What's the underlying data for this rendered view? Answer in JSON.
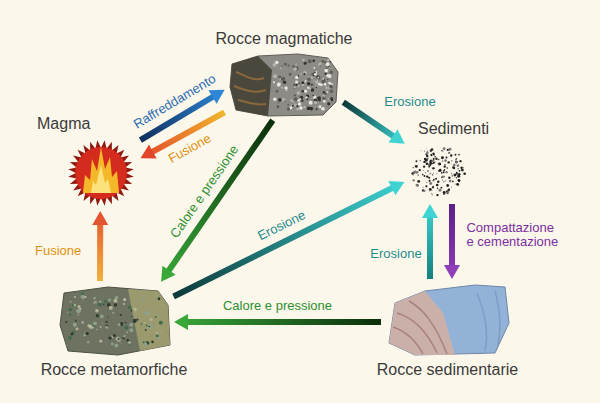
{
  "diagram": {
    "nodes": [
      {
        "text": [
          "Rocce magmatiche"
        ]
      },
      {
        "text": [
          "Magma"
        ]
      },
      {
        "text": [
          "Sedimenti"
        ]
      },
      {
        "text": [
          "Rocce metamorfiche"
        ]
      },
      {
        "text": [
          "Rocce sedimentarie"
        ]
      }
    ],
    "edges": [
      {
        "from": 1,
        "to": 0,
        "label": "Raffreddamento",
        "arrow": "to"
      },
      {
        "from": 0,
        "to": 1,
        "label": "Fusione",
        "arrow": "to"
      },
      {
        "from": 0,
        "to": 2,
        "label": "Erosione",
        "arrow": "to"
      },
      {
        "from": 0,
        "to": 3,
        "label": "Calore e pressione",
        "arrow": "to"
      },
      {
        "from": 3,
        "to": 2,
        "label": "Erosione",
        "arrow": "to"
      },
      {
        "from": 2,
        "to": 4,
        "label": "Compattazione e cementazione",
        "arrow": "to"
      },
      {
        "from": 4,
        "to": 2,
        "label": "Erosione",
        "arrow": "to"
      },
      {
        "from": 4,
        "to": 3,
        "label": "Calore e pressione",
        "arrow": "to"
      },
      {
        "from": 3,
        "to": 1,
        "label": "Fusione",
        "arrow": "to"
      }
    ]
  }
}
